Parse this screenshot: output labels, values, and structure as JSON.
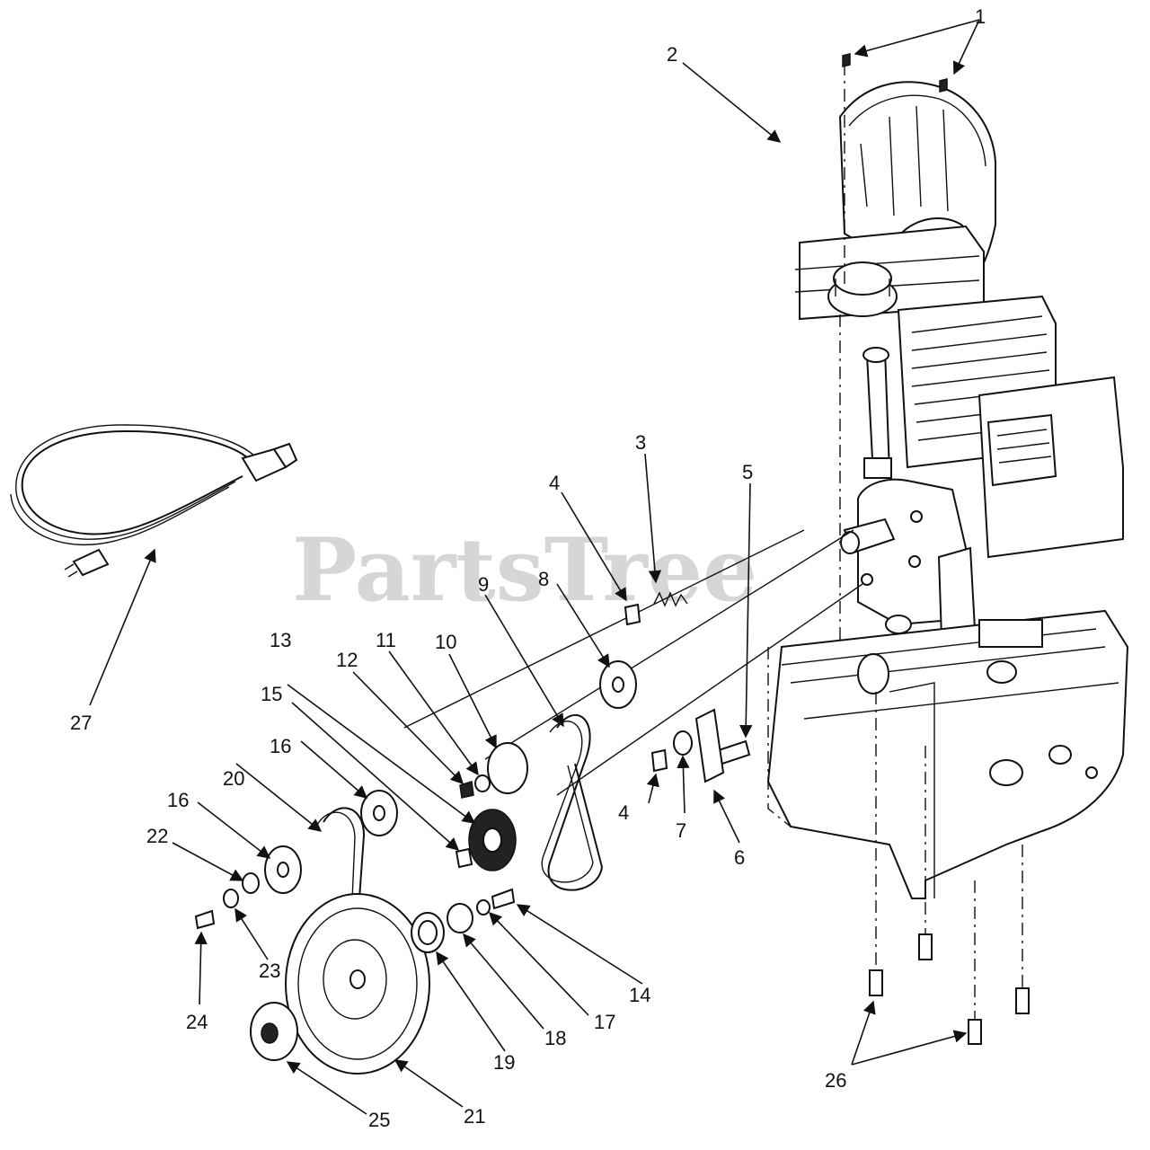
{
  "watermark": "PartsTree",
  "callouts": [
    {
      "id": "1",
      "text": "1"
    },
    {
      "id": "2",
      "text": "2"
    },
    {
      "id": "3",
      "text": "3"
    },
    {
      "id": "4a",
      "text": "4"
    },
    {
      "id": "4b",
      "text": "4"
    },
    {
      "id": "5",
      "text": "5"
    },
    {
      "id": "6",
      "text": "6"
    },
    {
      "id": "7",
      "text": "7"
    },
    {
      "id": "8",
      "text": "8"
    },
    {
      "id": "9",
      "text": "9"
    },
    {
      "id": "10",
      "text": "10"
    },
    {
      "id": "11",
      "text": "11"
    },
    {
      "id": "12",
      "text": "12"
    },
    {
      "id": "13",
      "text": "13"
    },
    {
      "id": "14",
      "text": "14"
    },
    {
      "id": "15",
      "text": "15"
    },
    {
      "id": "16a",
      "text": "16"
    },
    {
      "id": "16b",
      "text": "16"
    },
    {
      "id": "17",
      "text": "17"
    },
    {
      "id": "18",
      "text": "18"
    },
    {
      "id": "19",
      "text": "19"
    },
    {
      "id": "20",
      "text": "20"
    },
    {
      "id": "21",
      "text": "21"
    },
    {
      "id": "22",
      "text": "22"
    },
    {
      "id": "23",
      "text": "23"
    },
    {
      "id": "24",
      "text": "24"
    },
    {
      "id": "25",
      "text": "25"
    },
    {
      "id": "26",
      "text": "26"
    },
    {
      "id": "27",
      "text": "27"
    }
  ]
}
